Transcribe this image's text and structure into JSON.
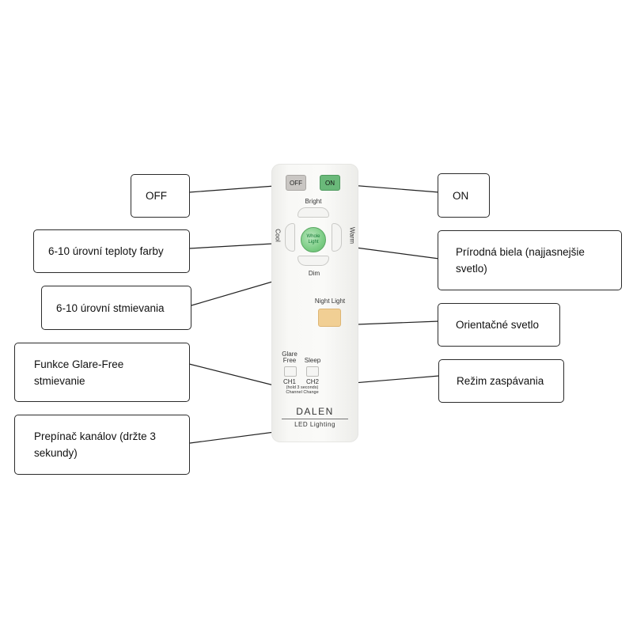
{
  "callouts": {
    "off": "OFF",
    "on": "ON",
    "color_temp": "6-10 úrovní teploty farby",
    "natural_white_1": "Prírodná biela (najjasnejšie",
    "natural_white_2": "svetlo)",
    "dimming": "6-10 úrovní stmievania",
    "orientation": "Orientačné svetlo",
    "glare_free_1": "Funkce Glare-Free",
    "glare_free_2": "stmievanie",
    "sleep_mode": "Režim zaspávania",
    "channel_1": "Prepínač kanálov (držte 3",
    "channel_2": "sekundy)"
  },
  "remote": {
    "off_label": "OFF",
    "on_label": "ON",
    "bright": "Bright",
    "cool": "Cool",
    "warm": "Warm",
    "whole_light_1": "Whole",
    "whole_light_2": "Light",
    "dim": "Dim",
    "night_light": "Night Light",
    "glare_free_1": "Glare",
    "glare_free_2": "Free",
    "sleep": "Sleep",
    "ch1": "CH1",
    "ch2": "CH2",
    "hold_note": "(hold 3 seconds)",
    "channel_change": "Channel Change",
    "brand": "DALEN",
    "brand_sub": "LED Lighting"
  },
  "colors": {
    "on_button": "#6ab97a",
    "off_button": "#c9c6c3",
    "whole_light": "#7ccd85",
    "night_light": "#f1cf94"
  }
}
